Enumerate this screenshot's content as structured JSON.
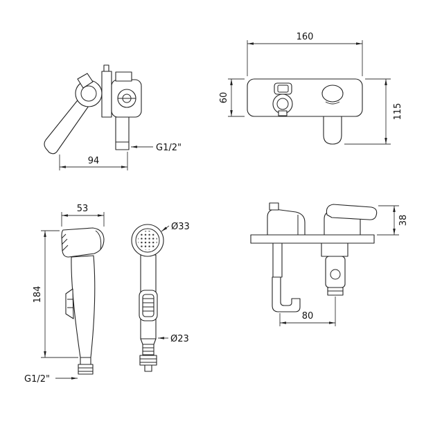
{
  "colors": {
    "line": "#222222",
    "background": "#ffffff"
  },
  "views": {
    "mixer_side": {
      "dim_width": "94",
      "thread_label": "G1/2\""
    },
    "mixer_front": {
      "dim_width": "160",
      "dim_plate_height": "60",
      "dim_total_height": "115"
    },
    "handshower_side": {
      "dim_head_width": "53",
      "dim_length": "184",
      "thread_label": "G1/2\""
    },
    "handshower_front": {
      "dim_face_diameter": "Ø33",
      "dim_body_diameter": "Ø23"
    },
    "wall_set_side": {
      "dim_depth": "38",
      "dim_spacing": "80"
    }
  }
}
